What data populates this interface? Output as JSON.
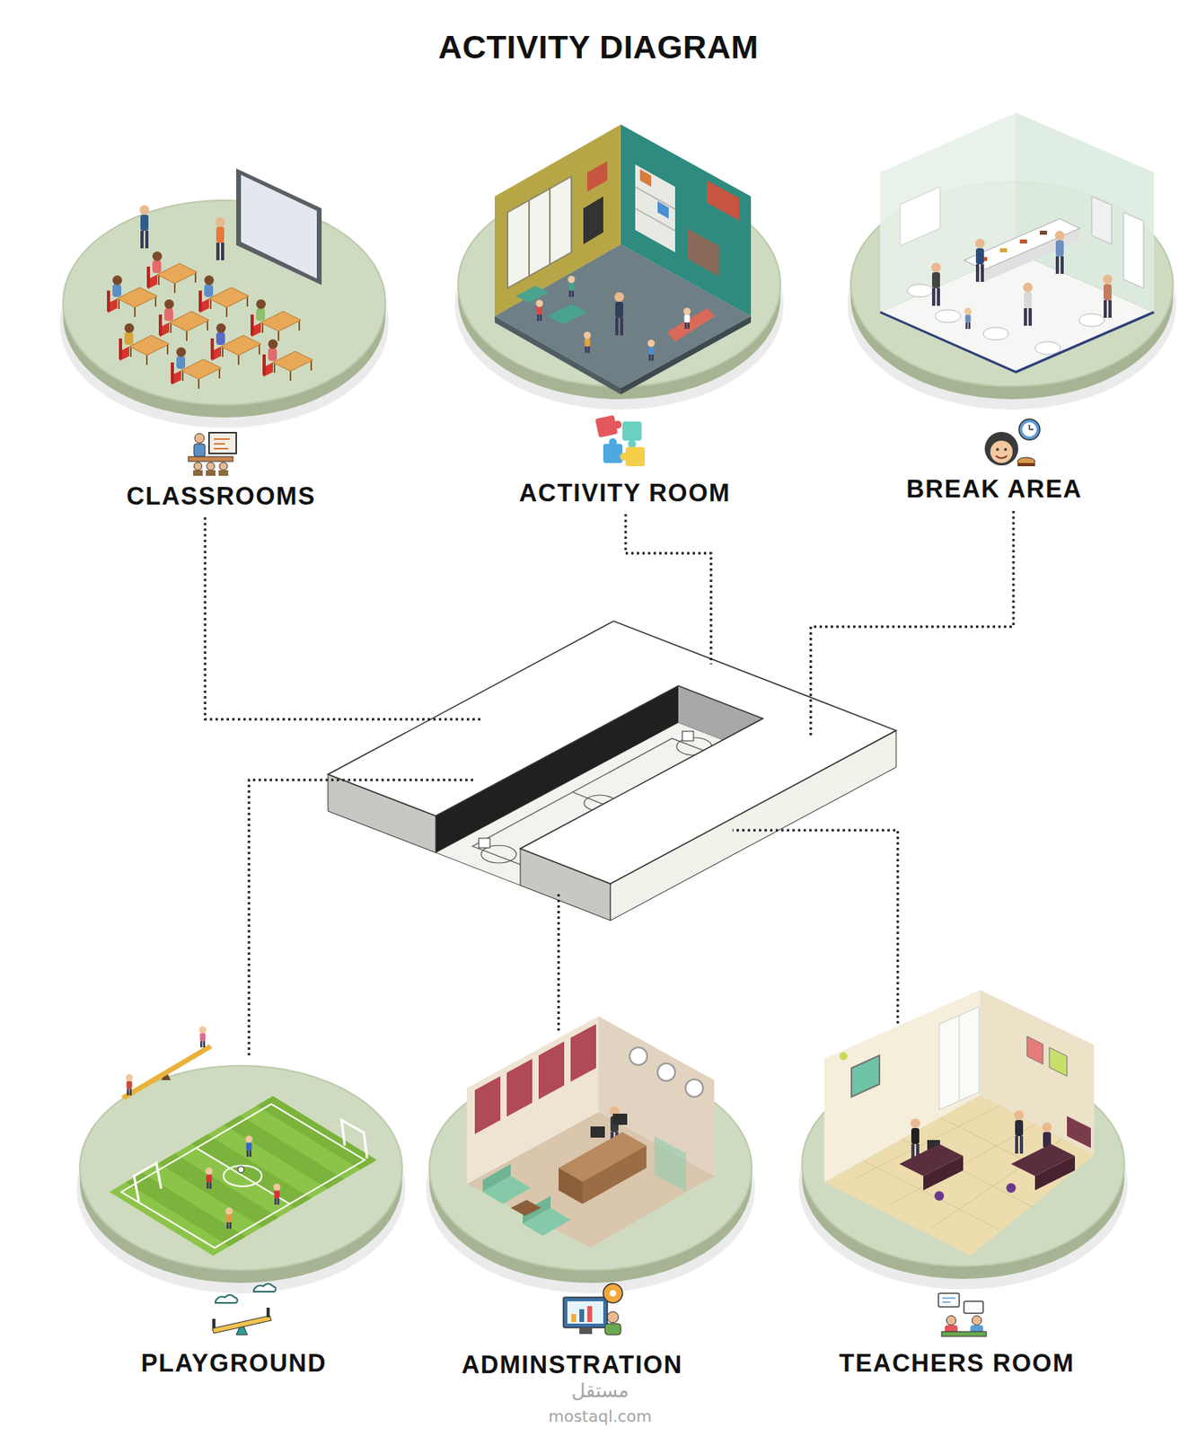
{
  "diagram": {
    "title": "ACTIVITY DIAGRAM",
    "nodes": [
      {
        "text": [
          "CLASSROOMS"
        ]
      },
      {
        "text": [
          "ACTIVITY ROOM"
        ]
      },
      {
        "text": [
          "BREAK AREA"
        ]
      },
      {
        "text": [
          "PLAYGROUND"
        ]
      },
      {
        "text": [
          "ADMINSTRATION"
        ]
      },
      {
        "text": [
          "TEACHERS ROOM"
        ]
      }
    ],
    "labels": [
      "مستقل",
      "mostaql.com"
    ]
  }
}
